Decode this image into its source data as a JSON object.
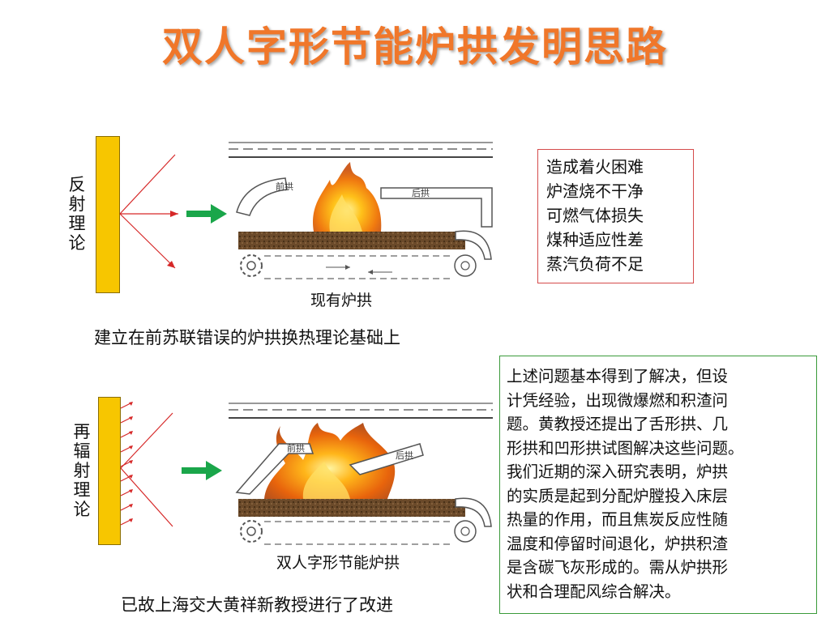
{
  "title": "双人字形节能炉拱发明思路",
  "top": {
    "side_label": "反射理论",
    "front_arch_label": "前拱",
    "rear_arch_label": "后拱",
    "caption": "现有炉拱",
    "statement": "建立在前苏联错误的炉拱换热理论基础上",
    "problems": [
      "造成着火困难",
      "炉渣烧不干净",
      "可燃气体损失",
      "煤种适应性差",
      "蒸汽负荷不足"
    ]
  },
  "bottom": {
    "side_label": "再辐射理论",
    "front_arch_label": "前拱",
    "rear_arch_label": "后拱",
    "caption": "双人字形节能炉拱",
    "statement": "已故上海交大黄祥新教授进行了改进",
    "explanation_lines": [
      "上述问题基本得到了解决，但设",
      "计凭经验，出现微爆燃和积渣问",
      "题。黄教授还提出了舌形拱、几",
      "形拱和凹形拱试图解决这些问题。",
      "我们近期的深入研究表明，炉拱",
      "的实质是起到分配炉膛投入床层",
      "热量的作用，而且焦炭反应性随",
      "温度和停留时间退化，炉拱积渣",
      "是含碳飞灰形成的。需从炉拱形",
      "状和合理配风综合解决。"
    ]
  },
  "colors": {
    "title": "#f0772a",
    "plate": "#f7c600",
    "arrow_green": "#1aa64a",
    "ray_red": "#d62828",
    "problem_border": "#d54b4b",
    "explanation_border": "#3a9a3a"
  }
}
